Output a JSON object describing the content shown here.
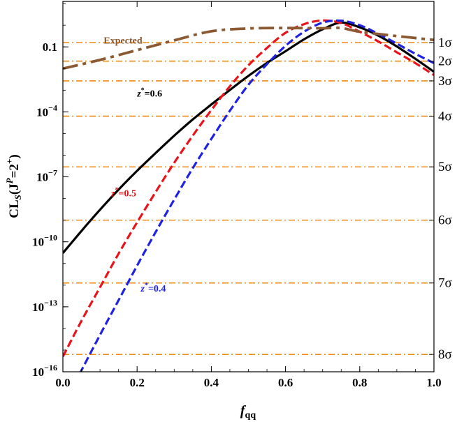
{
  "chart_data": {
    "type": "line",
    "xlabel": "f",
    "xlabel_sub": "qq",
    "ylabel": "CL",
    "ylabel_sub": "S",
    "ylabel_paren": "(J",
    "ylabel_sup": "P",
    "ylabel_mid": "=2",
    "ylabel_sup2": "+",
    "ylabel_close": ")",
    "xlim": [
      0.0,
      1.0
    ],
    "ylim_log10": [
      -16,
      1.1
    ],
    "y_scale": "log",
    "x_ticks": [
      "0.0",
      "0.2",
      "0.4",
      "0.6",
      "0.8",
      "1.0"
    ],
    "x_tick_values": [
      0.0,
      0.2,
      0.4,
      0.6,
      0.8,
      1.0
    ],
    "y_ticks": [
      {
        "base": "0.1",
        "exp": "",
        "log": -1
      },
      {
        "base": "10",
        "exp": "−4",
        "log": -4
      },
      {
        "base": "10",
        "exp": "−7",
        "log": -7
      },
      {
        "base": "10",
        "exp": "−10",
        "log": -10
      },
      {
        "base": "10",
        "exp": "−13",
        "log": -13
      },
      {
        "base": "10",
        "exp": "−16",
        "log": -16
      }
    ],
    "sigma_levels": [
      {
        "label": "1σ",
        "log": -0.8
      },
      {
        "label": "2σ",
        "log": -1.66
      },
      {
        "label": "3σ",
        "log": -2.57
      },
      {
        "label": "4σ",
        "log": -4.2
      },
      {
        "label": "5σ",
        "log": -6.54
      },
      {
        "label": "6σ",
        "log": -9.0
      },
      {
        "label": "7σ",
        "log": -11.9
      },
      {
        "label": "8σ",
        "log": -15.2
      }
    ],
    "series": [
      {
        "name": "z*=0.6",
        "color": "#000000",
        "style": "solid",
        "x": [
          0.0,
          0.05,
          0.1,
          0.15,
          0.2,
          0.25,
          0.3,
          0.35,
          0.4,
          0.45,
          0.5,
          0.55,
          0.6,
          0.65,
          0.7,
          0.75,
          0.8,
          0.85,
          0.9,
          0.95,
          1.0
        ],
        "y_log10": [
          -10.52,
          -9.5,
          -8.52,
          -7.59,
          -6.72,
          -5.9,
          -5.1,
          -4.35,
          -3.66,
          -2.99,
          -2.34,
          -1.74,
          -1.2,
          -0.65,
          -0.19,
          0.12,
          -0.1,
          -0.48,
          -0.98,
          -1.55,
          -2.15
        ]
      },
      {
        "name": "z*=0.5",
        "color": "#e8141b",
        "style": "dashed",
        "x": [
          0.0,
          0.05,
          0.1,
          0.15,
          0.2,
          0.25,
          0.3,
          0.35,
          0.4,
          0.45,
          0.5,
          0.55,
          0.6,
          0.65,
          0.7,
          0.75,
          0.8,
          0.85,
          0.9,
          0.95,
          1.0
        ],
        "y_log10": [
          -15.3,
          -13.65,
          -12.1,
          -10.55,
          -9.1,
          -7.7,
          -6.35,
          -5.1,
          -3.92,
          -2.82,
          -1.85,
          -1.05,
          -0.35,
          0.05,
          0.22,
          0.1,
          -0.3,
          -0.75,
          -1.25,
          -1.75,
          -2.3
        ]
      },
      {
        "name": "z*=0.4",
        "color": "#1f22e0",
        "style": "dashed",
        "x": [
          0.045,
          0.1,
          0.15,
          0.2,
          0.25,
          0.3,
          0.35,
          0.4,
          0.45,
          0.5,
          0.55,
          0.6,
          0.65,
          0.7,
          0.75,
          0.8,
          0.85,
          0.9,
          0.95,
          1.0
        ],
        "y_log10": [
          -16.1,
          -14.3,
          -12.7,
          -11.1,
          -9.55,
          -8.05,
          -6.6,
          -5.25,
          -3.95,
          -2.75,
          -1.8,
          -0.95,
          -0.3,
          0.12,
          0.21,
          0.0,
          -0.4,
          -0.85,
          -1.32,
          -1.75
        ]
      },
      {
        "name": "Expected",
        "color": "#8b5a33",
        "style": "dashdot",
        "x": [
          0.0,
          0.1,
          0.2,
          0.3,
          0.4,
          0.5,
          0.6,
          0.7,
          0.75,
          0.8,
          0.9,
          1.0
        ],
        "y_log10": [
          -2.0,
          -1.6,
          -1.15,
          -0.7,
          -0.28,
          -0.15,
          -0.13,
          -0.14,
          -0.13,
          -0.3,
          -0.5,
          -0.68
        ]
      }
    ],
    "annotations": [
      {
        "text_main": "z",
        "text_sup": "*",
        "text_rest": "=0.6",
        "color": "#000000",
        "x": 0.2,
        "log": -3.3
      },
      {
        "text_main": "z",
        "text_sup": "*",
        "text_rest": "=0.5",
        "color": "#e8141b",
        "x": 0.13,
        "log": -7.9
      },
      {
        "text_main": "z",
        "text_sup": "*",
        "text_rest": "=0.4",
        "color": "#1f22e0",
        "x": 0.21,
        "log": -12.3
      },
      {
        "text_main": "Expected",
        "text_sup": "",
        "text_rest": "",
        "color": "#8b5a33",
        "x": 0.11,
        "log": -0.85
      }
    ],
    "grid": false,
    "legend": "none"
  }
}
